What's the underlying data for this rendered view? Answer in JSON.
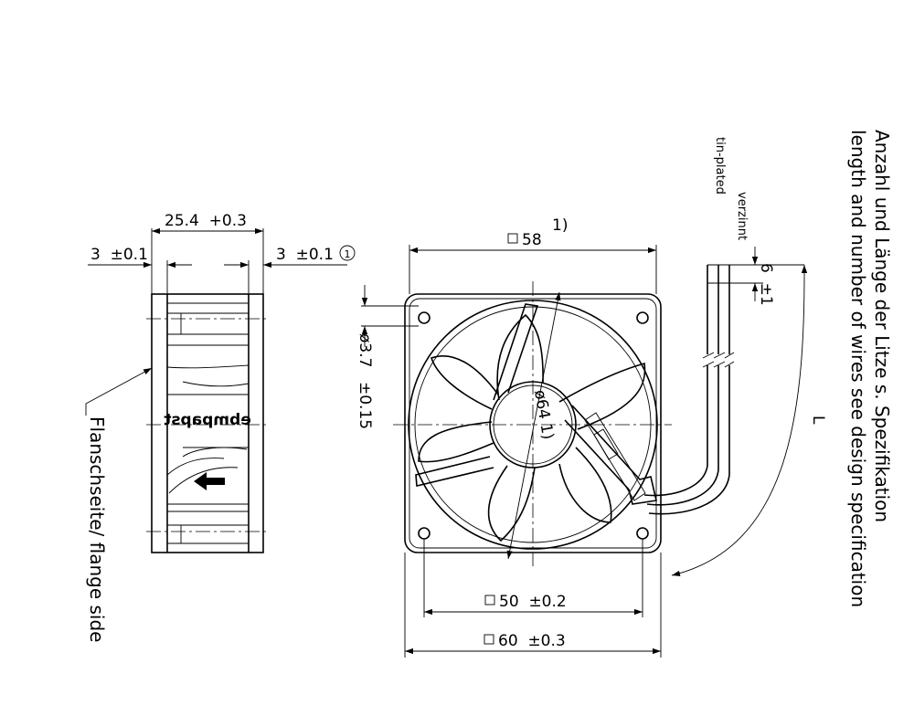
{
  "side_view": {
    "width_dim": "25.4  +0.3",
    "left_flange_dim": "3  ±0.1",
    "right_flange_dim": "3  ±0.1",
    "right_flange_marker": "1",
    "brand_label": "ebmpapst",
    "flange_side_label": "Flanschseite/ flange side"
  },
  "front_view": {
    "top_dim": "58",
    "top_dim_note": "1)",
    "hole_dim_a": "ø3.7",
    "hole_dim_b": "±0.15",
    "diameter_dim": "ø64 1)",
    "hole_spacing_dim": "50  ±0.2",
    "overall_width_dim": "60  ±0.3"
  },
  "leads": {
    "verzinnt": "verzinnt",
    "tin_plated": "tin-plated",
    "strip_dim": "6  ±1",
    "length_label": "L"
  },
  "notes": {
    "line_de": "Anzahl und Länge der Litze s. Spezifikation",
    "line_en": "length and number of wires see design specification"
  }
}
